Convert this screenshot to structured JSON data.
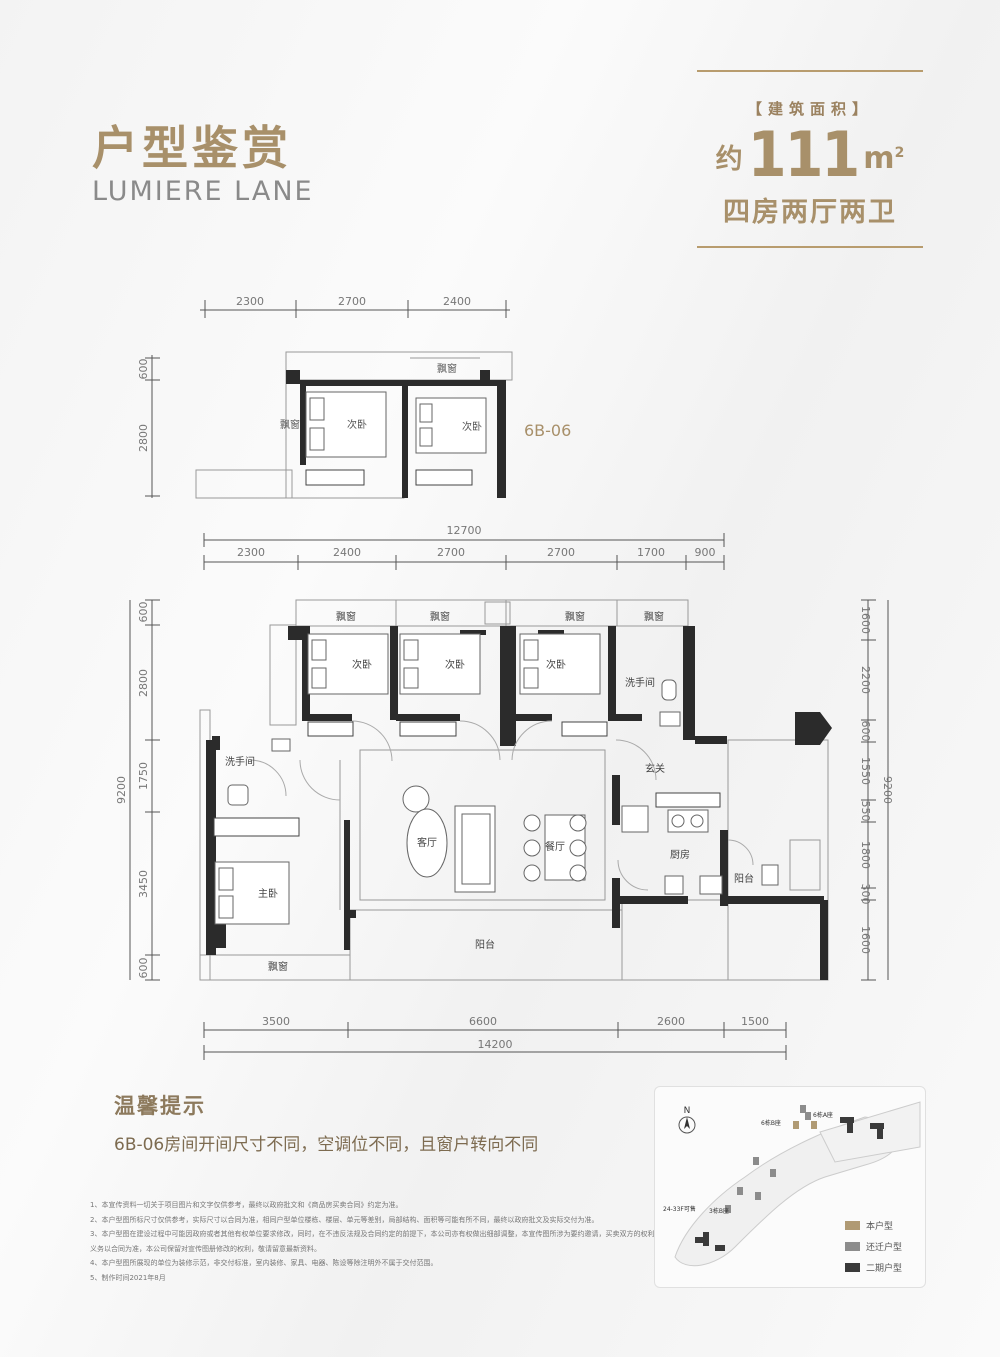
{
  "header": {
    "title_cn": "户型鉴赏",
    "title_en": "LUMIERE LANE"
  },
  "area": {
    "label": "【建筑面积】",
    "prefix": "约",
    "number": "111",
    "unit": "m",
    "unit_sup": "2",
    "layout": "四房两厅两卫"
  },
  "plan_upper": {
    "unit_code": "6B-06",
    "dims_top": [
      "2300",
      "2700",
      "2400"
    ],
    "dims_left": [
      "600",
      "2800"
    ],
    "rooms": [
      "飘窗",
      "次卧",
      "次卧",
      "飘窗"
    ]
  },
  "plan_main": {
    "overall_top": "12700",
    "dims_top": [
      "2300",
      "2400",
      "2700",
      "2700",
      "1700",
      "900"
    ],
    "dims_left_total": "9200",
    "dims_left": [
      "600",
      "2800",
      "1750",
      "3450",
      "600"
    ],
    "dims_right_total": "9200",
    "dims_right": [
      "1600",
      "2200",
      "600",
      "1550",
      "550",
      "1800",
      "300",
      "1600"
    ],
    "dims_bottom": [
      "3500",
      "6600",
      "2600",
      "1500"
    ],
    "overall_bottom": "14200",
    "rooms": {
      "bay1": "飘窗",
      "bay2": "飘窗",
      "bay3": "飘窗",
      "bay4": "飘窗",
      "bed1": "次卧",
      "bed2": "次卧",
      "bed3": "次卧",
      "wc_right": "洗手间",
      "wc_left": "洗手间",
      "entry": "玄关",
      "living": "客厅",
      "dining": "餐厅",
      "kitchen": "厨房",
      "balcony_small": "阳台",
      "master": "主卧",
      "balcony": "阳台",
      "bay_bottom": "飘窗"
    }
  },
  "tips": {
    "title": "温馨提示",
    "text": "6B-06房间开间尺寸不同，空调位不同，且窗户转向不同"
  },
  "notes": [
    "1、本宣传资料一切关于项目图片和文字仅供参考，最终以政府批文和《商品房买卖合同》约定为准。",
    "2、本户型图所标尺寸仅供参考，实际尺寸以合同为准，相同户型单位楼栋、楼层、单元等差别，局部结构、面积等可能有所不同，最终以政府批文及实际交付为准。",
    "3、本户型图在建设过程中可能因政府或者其他有权单位要求修改，同时，在不违反法规及合同约定的前提下，本公司亦有权做出细部调整，本宣传图所涉为要约邀请，买卖双方的权利",
    "义务以合同为准，本公司保留对宣传图册修改的权利，敬请留意最新资料。",
    "4、本户型图所展现的单位为装修示范，非交付标准，室内装修、家具、电器、陈设等除注明外不属于交付范围。",
    "5、制作时间2021年8月"
  ],
  "map": {
    "north": "N",
    "bldg_a": "6栋A座",
    "bldg_b": "6栋B座",
    "bldg_3b": "3栋B座",
    "floors": "24-33F可售",
    "legend": [
      {
        "label": "本户型",
        "color": "#b09a74"
      },
      {
        "label": "还迁户型",
        "color": "#8c8c8c"
      },
      {
        "label": "二期户型",
        "color": "#3a3a3a"
      }
    ]
  },
  "colors": {
    "accent": "#a8906a",
    "wall": "#2b2b2b"
  }
}
